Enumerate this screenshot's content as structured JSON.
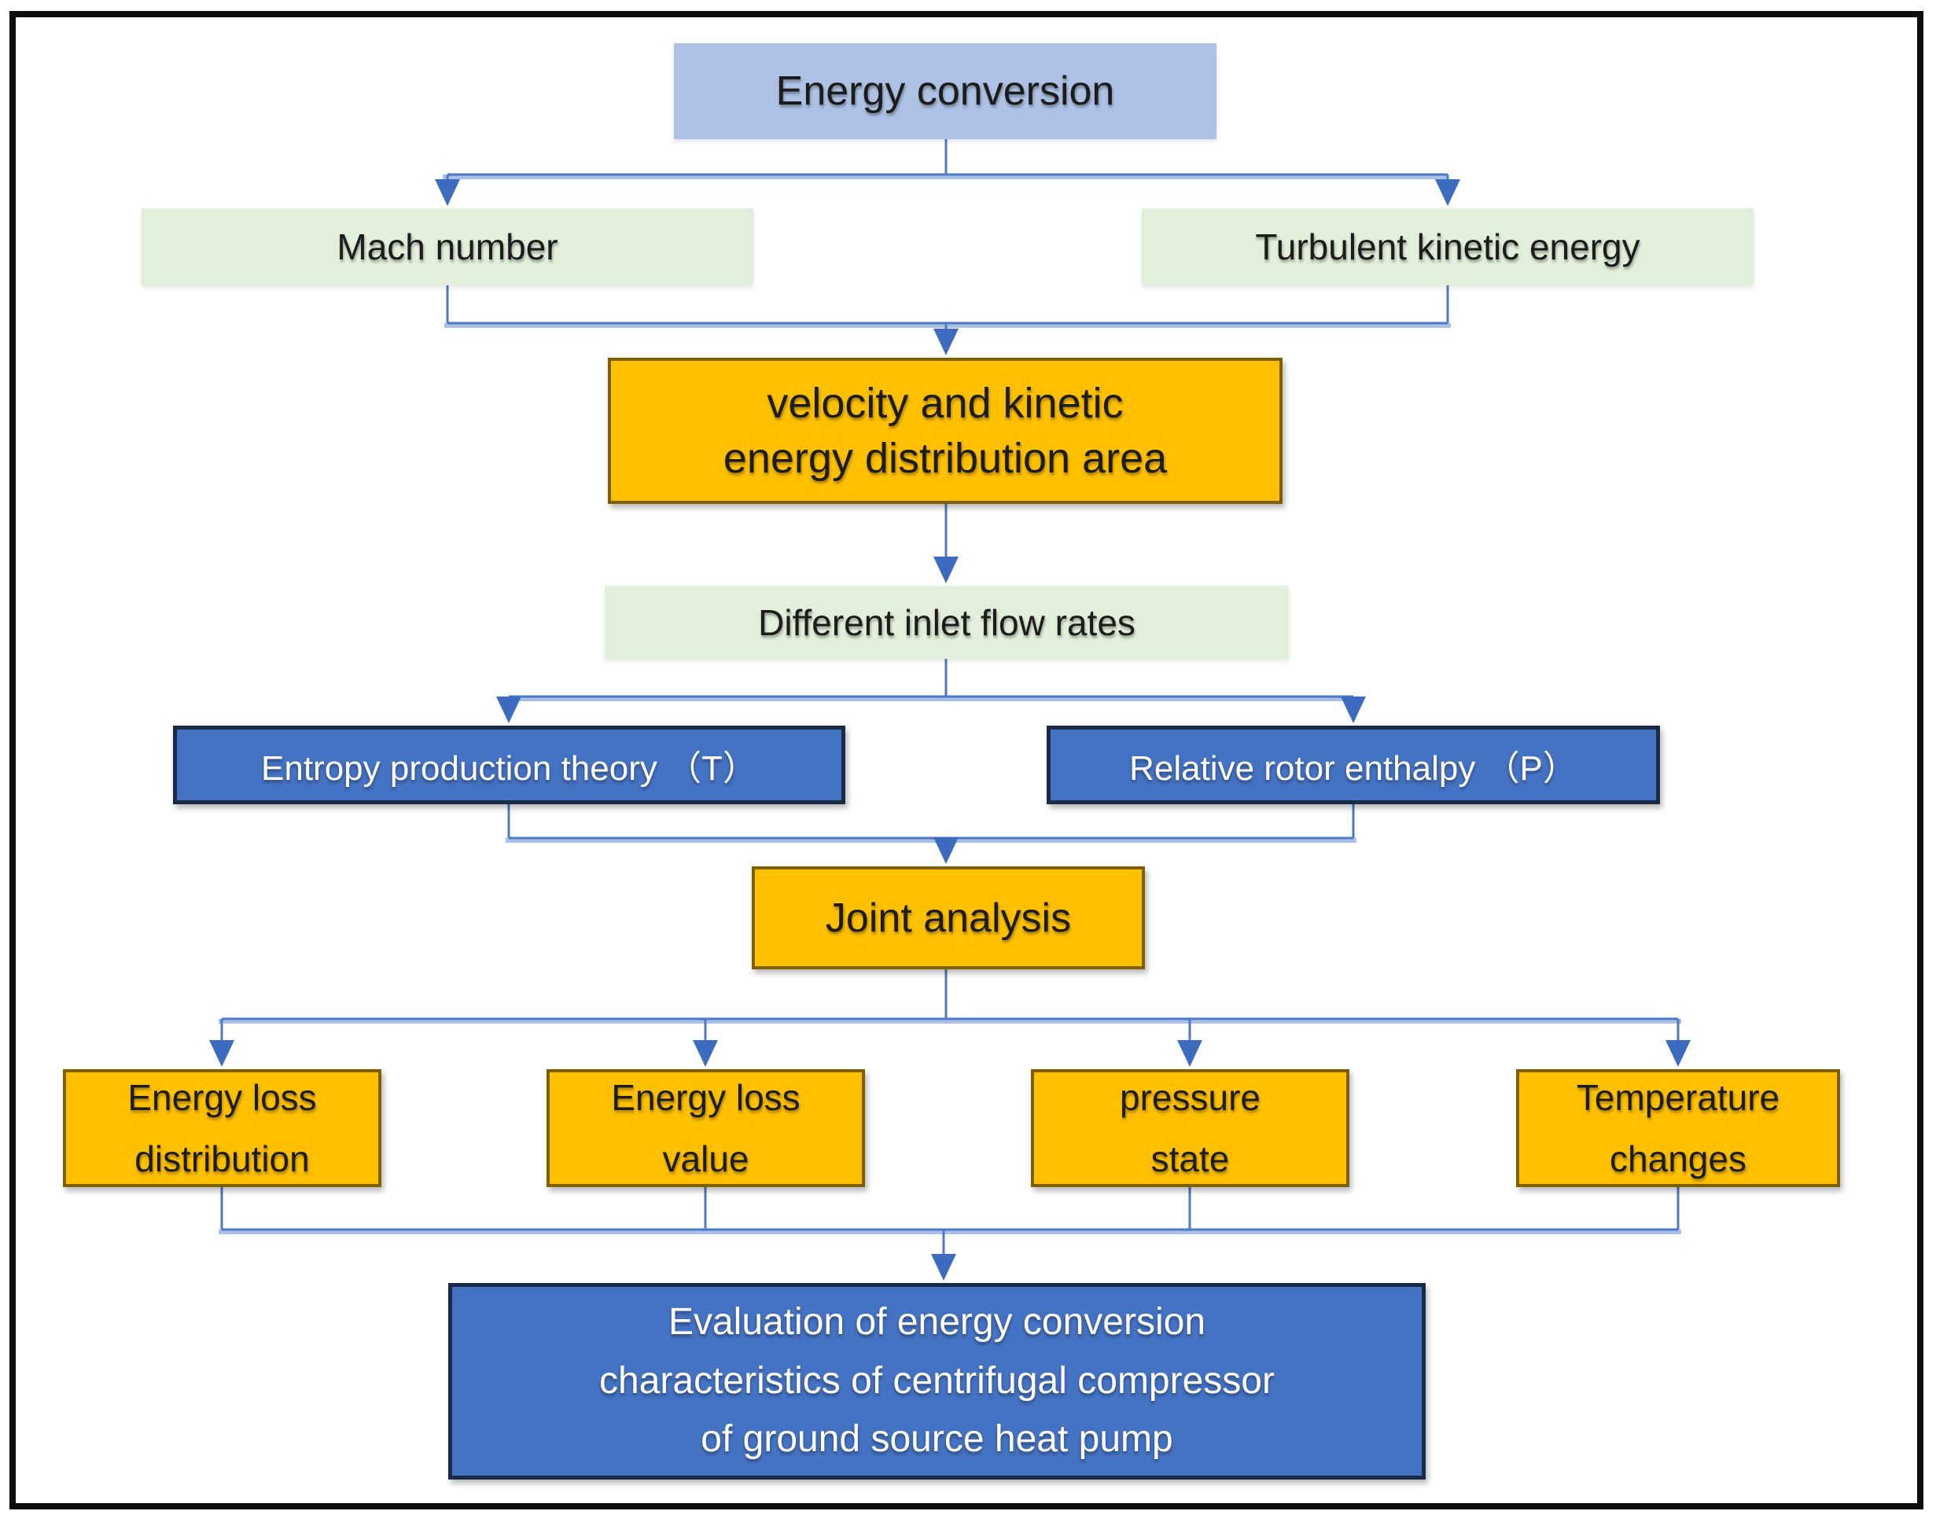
{
  "diagram_type": "flowchart",
  "nodes": {
    "energy_conversion": {
      "label": "Energy conversion",
      "fill": "#adc2e4",
      "text_color": "#1c1c1c"
    },
    "mach_number": {
      "label": "Mach number",
      "fill": "#e2efda",
      "text_color": "#1c1c1c"
    },
    "turbulent_kinetic_energy": {
      "label": "Turbulent kinetic energy",
      "fill": "#e2efda",
      "text_color": "#1c1c1c"
    },
    "velocity_area": {
      "label": "velocity and kinetic\nenergy distribution area",
      "fill": "#ffc000",
      "border": "#7f6000",
      "text_color": "#1c1c1c"
    },
    "different_inlet_flow_rates": {
      "label": "Different inlet flow rates",
      "fill": "#e2efda",
      "text_color": "#1c1c1c"
    },
    "entropy_production_theory": {
      "label": "Entropy production theory （T）",
      "fill": "#4472c4",
      "border": "#1b2a47",
      "text_color": "#ffffff"
    },
    "relative_rotor_enthalpy": {
      "label": "Relative rotor enthalpy （P）",
      "fill": "#4472c4",
      "border": "#1b2a47",
      "text_color": "#ffffff"
    },
    "joint_analysis": {
      "label": "Joint analysis",
      "fill": "#ffc000",
      "border": "#7f6000",
      "text_color": "#1c1c1c"
    },
    "energy_loss_distribution": {
      "label": "Energy loss\ndistribution",
      "fill": "#ffc000",
      "border": "#7f6000",
      "text_color": "#1c1c1c"
    },
    "energy_loss_value": {
      "label": "Energy loss\nvalue",
      "fill": "#ffc000",
      "border": "#7f6000",
      "text_color": "#1c1c1c"
    },
    "pressure_state": {
      "label": "pressure\nstate",
      "fill": "#ffc000",
      "border": "#7f6000",
      "text_color": "#1c1c1c"
    },
    "temperature_changes": {
      "label": "Temperature\nchanges",
      "fill": "#ffc000",
      "border": "#7f6000",
      "text_color": "#1c1c1c"
    },
    "evaluation": {
      "label": "Evaluation of energy conversion\ncharacteristics of centrifugal compressor\nof ground source heat pump",
      "fill": "#4472c4",
      "border": "#1b2a47",
      "text_color": "#ffffff"
    }
  },
  "edges": [
    {
      "from": "energy_conversion",
      "to": "mach_number"
    },
    {
      "from": "energy_conversion",
      "to": "turbulent_kinetic_energy"
    },
    {
      "from": "mach_number",
      "to": "velocity_area"
    },
    {
      "from": "turbulent_kinetic_energy",
      "to": "velocity_area"
    },
    {
      "from": "velocity_area",
      "to": "different_inlet_flow_rates"
    },
    {
      "from": "different_inlet_flow_rates",
      "to": "entropy_production_theory"
    },
    {
      "from": "different_inlet_flow_rates",
      "to": "relative_rotor_enthalpy"
    },
    {
      "from": "entropy_production_theory",
      "to": "joint_analysis"
    },
    {
      "from": "relative_rotor_enthalpy",
      "to": "joint_analysis"
    },
    {
      "from": "joint_analysis",
      "to": "energy_loss_distribution"
    },
    {
      "from": "joint_analysis",
      "to": "energy_loss_value"
    },
    {
      "from": "joint_analysis",
      "to": "pressure_state"
    },
    {
      "from": "joint_analysis",
      "to": "temperature_changes"
    },
    {
      "from": "energy_loss_distribution",
      "to": "evaluation"
    },
    {
      "from": "energy_loss_value",
      "to": "evaluation"
    },
    {
      "from": "pressure_state",
      "to": "evaluation"
    },
    {
      "from": "temperature_changes",
      "to": "evaluation"
    }
  ],
  "colors": {
    "light_blue_fill": "#adc2e4",
    "light_green_fill": "#e2efda",
    "orange_fill": "#ffc000",
    "orange_border": "#7f6000",
    "blue_fill": "#4472c4",
    "blue_border": "#1b2a47",
    "connector_dark": "#4d79c7",
    "connector_light": "#a9c0e6",
    "arrowhead": "#3c6bc0",
    "frame": "#0d0d0d"
  }
}
